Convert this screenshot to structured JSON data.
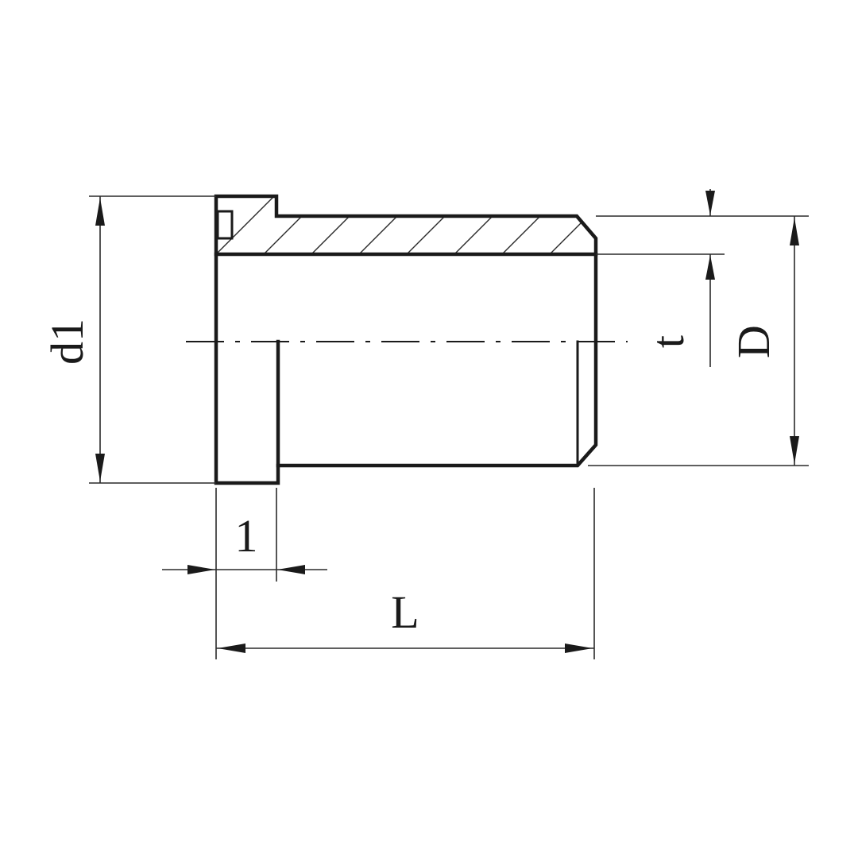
{
  "dimensions": {
    "d1": "d1",
    "l": "1",
    "L": "L",
    "t": "t",
    "D": "D"
  }
}
